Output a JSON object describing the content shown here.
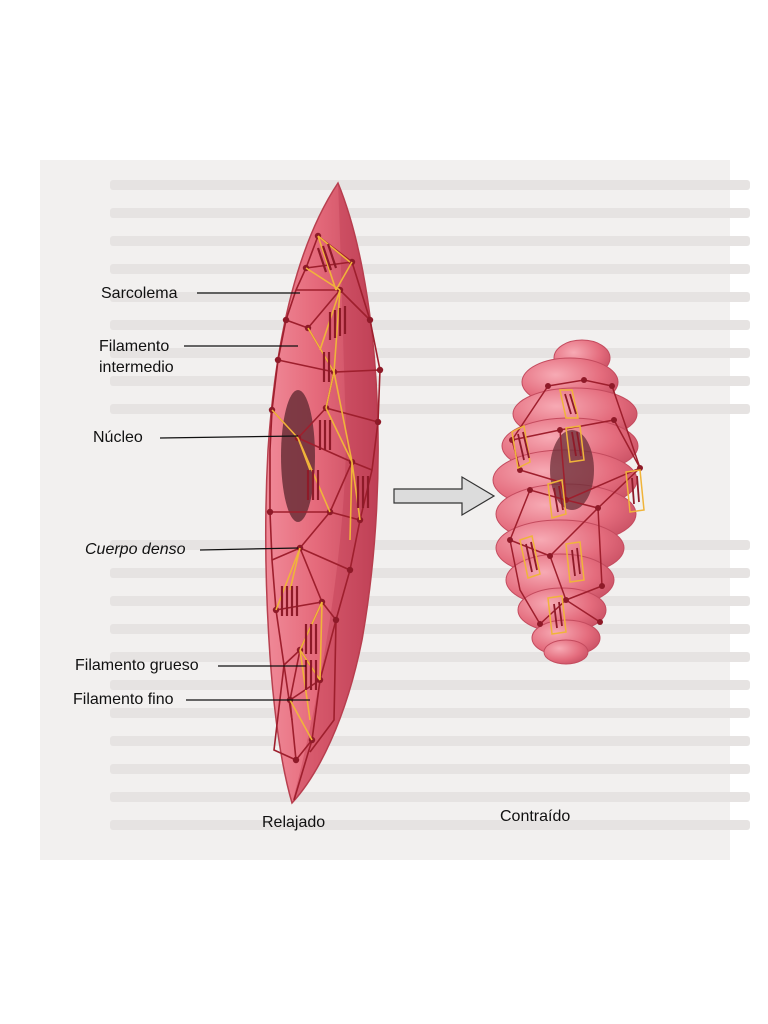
{
  "labels": {
    "sarcolemma": "Sarcolema",
    "intermediate_filament_line1": "Filamento",
    "intermediate_filament_line2": "intermedio",
    "nucleus": "Núcleo",
    "dense_body": "Cuerpo denso",
    "thick_filament": "Filamento grueso",
    "thin_filament": "Filamento fino"
  },
  "captions": {
    "relaxed": "Relajado",
    "contracted": "Contraído"
  },
  "colors": {
    "cell_fill": "#e36a7a",
    "cell_shadow": "#b9374d",
    "nucleus": "#6b2f38",
    "network": "#9e1f2d",
    "filament": "#f0b43a",
    "arrow_fill": "#dcdcdc"
  }
}
